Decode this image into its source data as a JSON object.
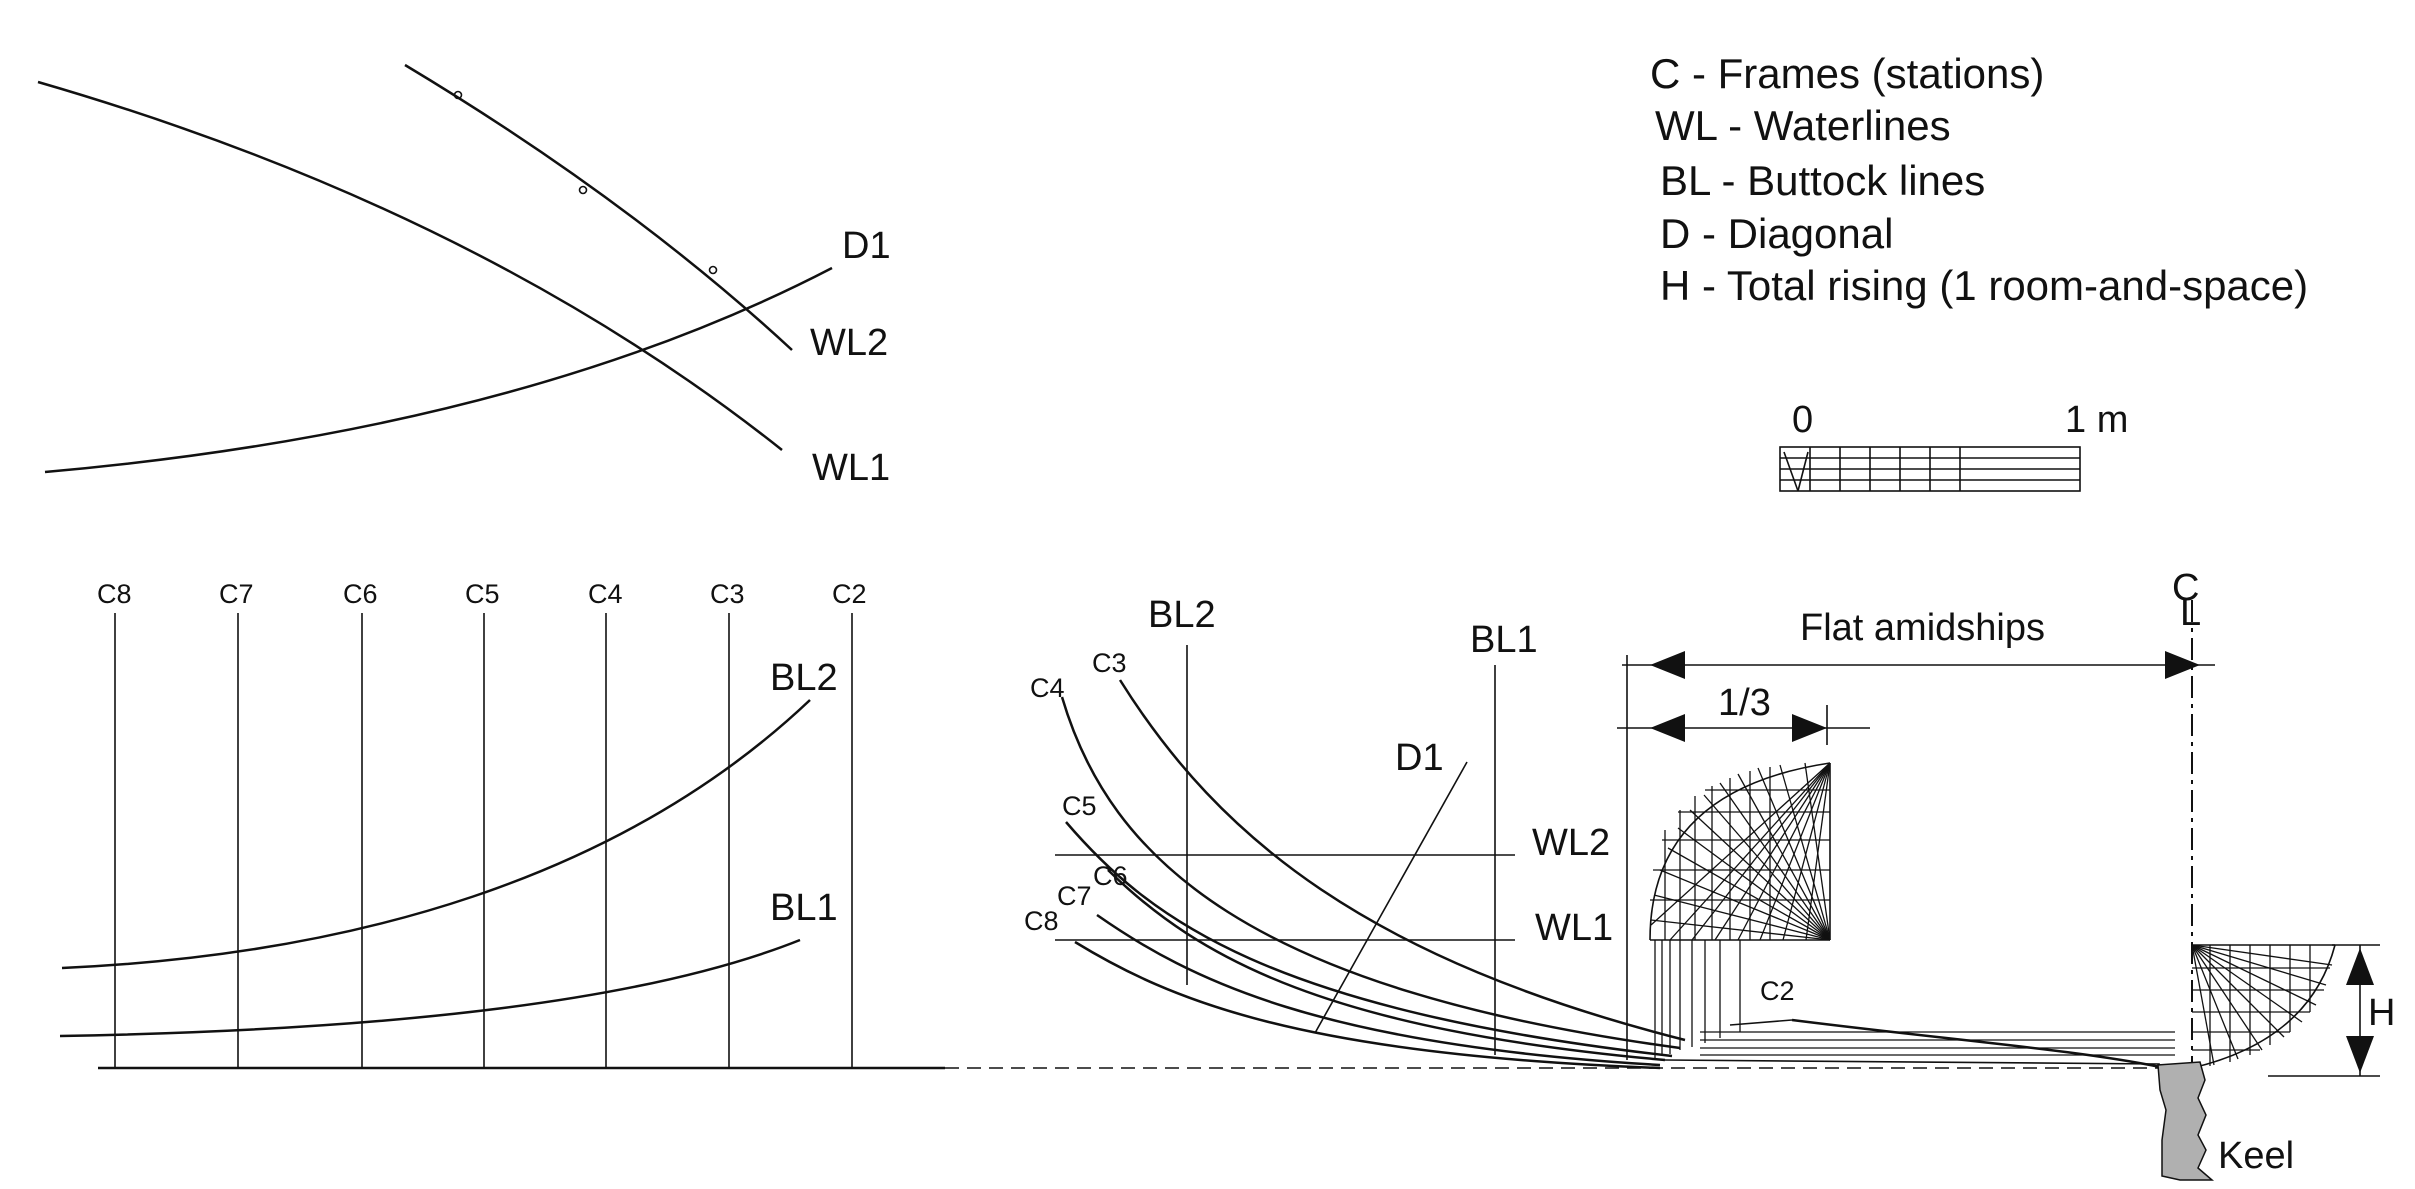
{
  "legend": {
    "frames": "C - Frames (stations)",
    "waterlines": "WL - Waterlines",
    "buttock": "BL - Buttock lines",
    "diagonal": "D - Diagonal",
    "rising": "H - Total rising (1 room-and-space)"
  },
  "scale": {
    "zero": "0",
    "one": "1 m"
  },
  "plan_view": {
    "d1": "D1",
    "wl2": "WL2",
    "wl1": "WL1"
  },
  "profile_view": {
    "stations": [
      "C8",
      "C7",
      "C6",
      "C5",
      "C4",
      "C3",
      "C2"
    ],
    "bl2": "BL2",
    "bl1": "BL1"
  },
  "body_plan": {
    "bl2": "BL2",
    "bl1": "BL1",
    "d1": "D1",
    "wl2": "WL2",
    "wl1": "WL1",
    "c4": "C4",
    "c3": "C3",
    "c5": "C5",
    "c6": "C6",
    "c7": "C7",
    "c8": "C8",
    "c2": "C2",
    "flat_amidships": "Flat amidships",
    "one_third": "1/3",
    "centerline_c": "C",
    "centerline_l": "L",
    "rising": "H",
    "keel": "Keel"
  },
  "colors": {
    "line": "#111111",
    "keel": "#b0b0b0",
    "background": "#ffffff"
  }
}
